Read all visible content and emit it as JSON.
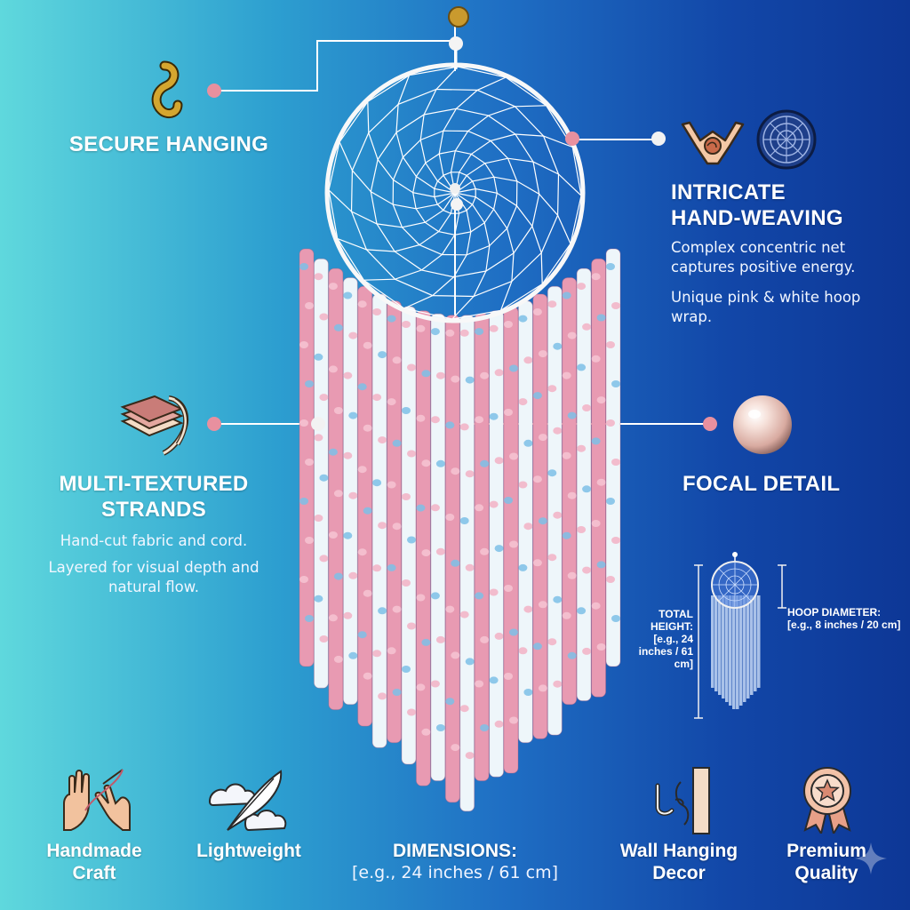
{
  "features": {
    "secure_hanging": {
      "title": "SECURE HANGING",
      "icon": "s-hook-icon"
    },
    "intricate_weaving": {
      "title_line1": "INTRICATE",
      "title_line2": "HAND-WEAVING",
      "desc1": "Complex concentric net captures positive energy.",
      "desc2": "Unique pink & white hoop wrap.",
      "icons": [
        "weaving-hands-icon",
        "web-emblem-icon"
      ]
    },
    "multi_textured": {
      "title_line1": "MULTI-TEXTURED",
      "title_line2": "STRANDS",
      "desc1": "Hand-cut fabric and cord.",
      "desc2": "Layered for visual depth and natural flow.",
      "icon": "fabric-layers-icon"
    },
    "focal_detail": {
      "title": "FOCAL DETAIL",
      "icon": "pearl-bead-icon"
    }
  },
  "dimension_diagram": {
    "total_height": "TOTAL HEIGHT: [e.g., 24 inches / 61 cm]",
    "hoop_diameter": "HOOP DIAMETER: [e.g., 8 inches / 20 cm]"
  },
  "bottom": {
    "handmade": {
      "line1": "Handmade",
      "line2": "Craft",
      "icon": "hands-needle-icon"
    },
    "lightweight": {
      "line1": "Lightweight",
      "icon": "feather-cloud-icon"
    },
    "dimensions": {
      "title": "DIMENSIONS:",
      "value": "[e.g., 24 inches / 61 cm]"
    },
    "wall_hanging": {
      "line1": "Wall Hanging",
      "line2": "Decor",
      "icon": "wall-hook-icon"
    },
    "premium": {
      "line1": "Premium",
      "line2": "Quality",
      "icon": "award-badge-icon"
    }
  },
  "colors": {
    "pink": "#e89ab2",
    "white_strand": "#eef6fa",
    "blue_strand": "#7cc0e6",
    "gold": "#c99a2e"
  }
}
